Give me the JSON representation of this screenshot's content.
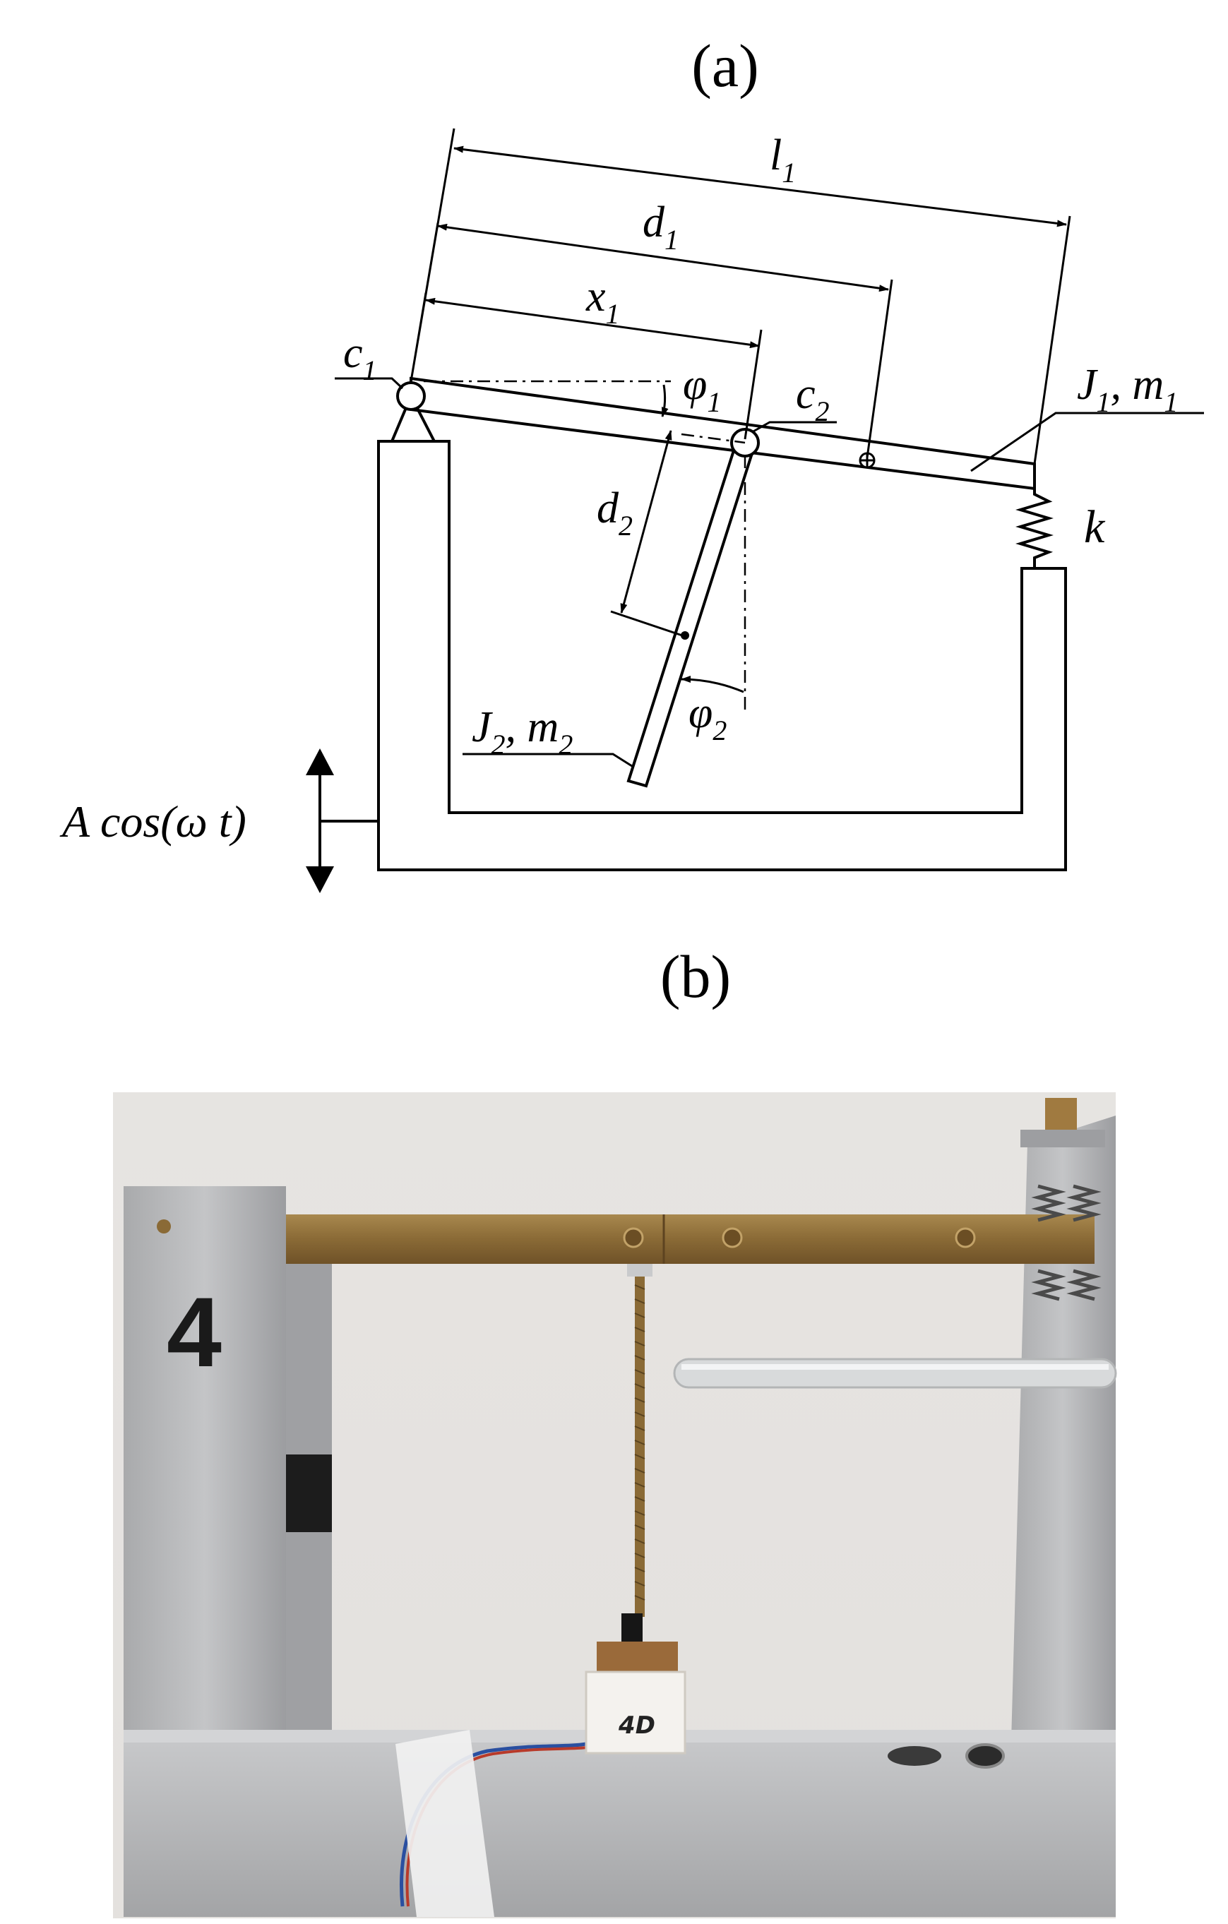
{
  "panel_a": {
    "caption": "(a)",
    "labels": {
      "l1": "l",
      "l1_sub": "1",
      "d1": "d",
      "d1_sub": "1",
      "x1": "x",
      "x1_sub": "1",
      "c1": "c",
      "c1_sub": "1",
      "c2": "c",
      "c2_sub": "2",
      "phi1": "φ",
      "phi1_sub": "1",
      "phi2": "φ",
      "phi2_sub": "2",
      "d2": "d",
      "d2_sub": "2",
      "J1m1": "J",
      "J1m1_sub1": "1",
      "J1m1_mid": ", m",
      "J1m1_sub2": "1",
      "J2m2": "J",
      "J2m2_sub1": "2",
      "J2m2_mid": ", m",
      "J2m2_sub2": "2",
      "k": "k",
      "excitation": "A cos(ω t)"
    }
  },
  "panel_b": {
    "caption": "(b)",
    "photo_labels": {
      "frame_number": "4",
      "block_label": "4D"
    }
  },
  "colors": {
    "ink": "#000000",
    "wall": "#e9e6e3",
    "aluminium": "#b7b7b9",
    "aluminium_dark": "#8f9092",
    "brass": "#8a6a36",
    "brass_light": "#a8884e"
  }
}
